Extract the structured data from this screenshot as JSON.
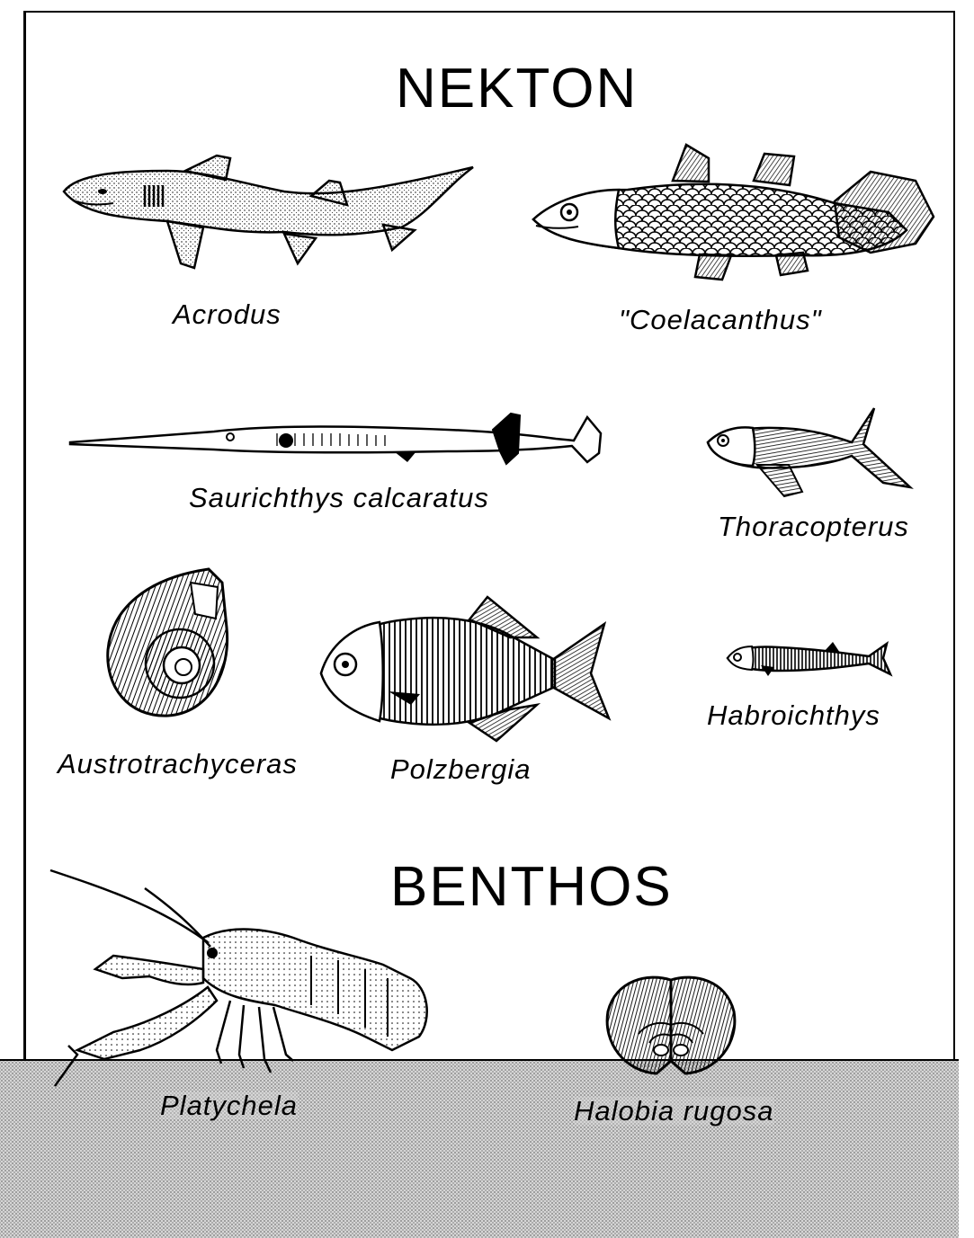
{
  "sections": {
    "nekton_heading": "NEKTON",
    "benthos_heading": "BENTHOS"
  },
  "organisms": {
    "acrodus": "Acrodus",
    "coelacanthus": "\"Coelacanthus\"",
    "saurichthys": "Saurichthys calcaratus",
    "thoracopterus": "Thoracopterus",
    "austrotrachyceras": "Austrotrachyceras",
    "polzbergia": "Polzbergia",
    "habroichthys": "Habroichthys",
    "platychela": "Platychela",
    "halobia": "Halobia rugosa"
  },
  "colors": {
    "ink": "#000000",
    "paper": "#ffffff",
    "sediment": "#d6d6d6"
  }
}
